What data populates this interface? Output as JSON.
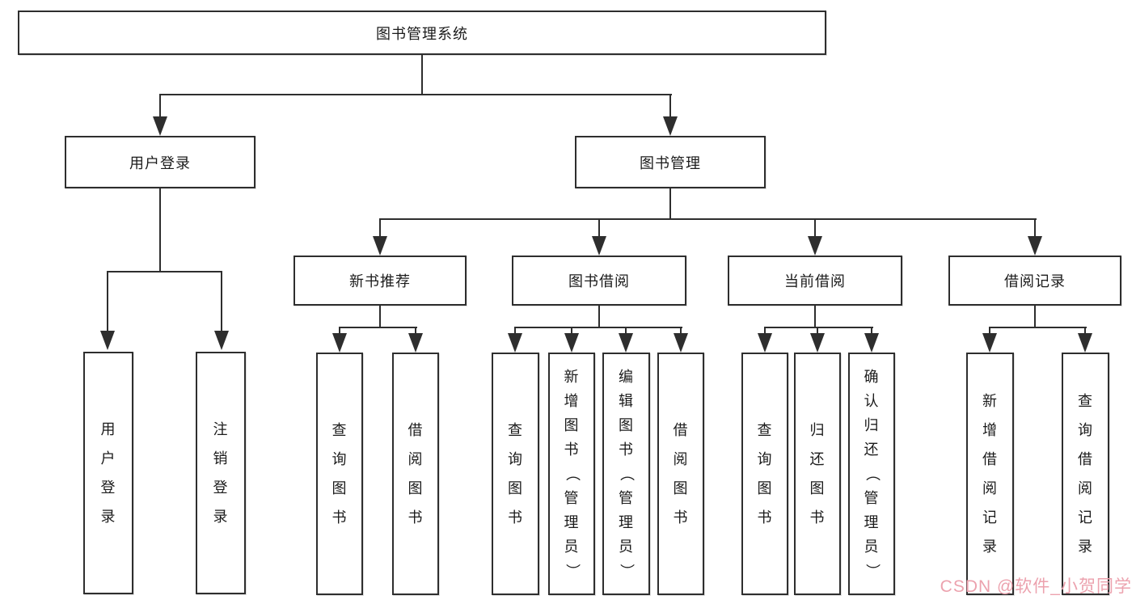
{
  "tree": {
    "label": "图书管理系统",
    "children": [
      {
        "label": "用户登录",
        "children": [
          {
            "label": "用户登录"
          },
          {
            "label": "注销登录"
          }
        ]
      },
      {
        "label": "图书管理",
        "children": [
          {
            "label": "新书推荐",
            "children": [
              {
                "label": "查询图书"
              },
              {
                "label": "借阅图书"
              }
            ]
          },
          {
            "label": "图书借阅",
            "children": [
              {
                "label": "查询图书"
              },
              {
                "label": "新增图书（管理员）"
              },
              {
                "label": "编辑图书（管理员）"
              },
              {
                "label": "借阅图书"
              }
            ]
          },
          {
            "label": "当前借阅",
            "children": [
              {
                "label": "查询图书"
              },
              {
                "label": "归还图书"
              },
              {
                "label": "确认归还（管理员）"
              }
            ]
          },
          {
            "label": "借阅记录",
            "children": [
              {
                "label": "新增借阅记录"
              },
              {
                "label": "查询借阅记录"
              }
            ]
          }
        ]
      }
    ]
  },
  "watermark": {
    "text": "CSDN @软件_小贺同学",
    "color": "#eca2ae"
  },
  "colors": {
    "line": "#2e2e2e",
    "border": "#2e2e2e",
    "background": "#ffffff"
  }
}
